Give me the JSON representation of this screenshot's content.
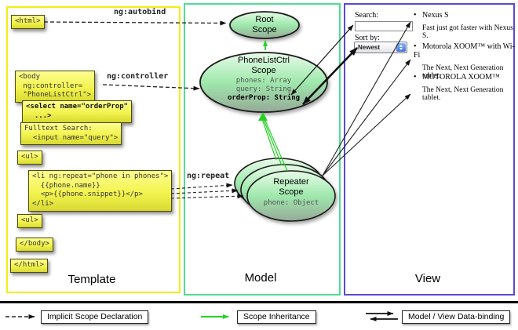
{
  "panels": {
    "template": "Template",
    "model": "Model",
    "view": "View"
  },
  "arrow_labels": {
    "autobind": "ng:autobind",
    "controller": "ng:controller",
    "repeat": "ng:repeat"
  },
  "template_code": {
    "html_open": "<html>",
    "body_open": "<body\n ng:controller=\n \"PhoneListCtrl\">",
    "select": "<select name=\"orderProp\"\n  ...>",
    "fulltext": "Fulltext Search:\n  <input name=\"query\">",
    "ul_open": "<ul>",
    "li_repeat": "<li ng:repeat=\"phone in phones\">\n  {{phone.name}}\n  <p>{{phone.snippet}}</p>\n</li>",
    "ul_close": "<ul>",
    "body_close": "</body>",
    "html_close": "</html>"
  },
  "scopes": {
    "root": {
      "name": "Root\nScope"
    },
    "phonelist": {
      "name": "PhoneListCtrl\nScope",
      "prop1": "phones: Array",
      "prop2": "query: String",
      "prop3": "orderProp: String"
    },
    "repeater": {
      "name": "Repeater\nScope",
      "prop": "phone: Object"
    }
  },
  "view": {
    "search_label": "Search:",
    "sort_label": "Sort by:",
    "sort_value": "Newest",
    "bullet_char": "•",
    "items": [
      {
        "title": "Nexus S",
        "desc": "Fast just got faster with Nexus S."
      },
      {
        "title": "Motorola XOOM™ with Wi-Fi",
        "desc": "The Next, Next Generation tablet."
      },
      {
        "title": "MOTOROLA XOOM™",
        "desc": "The Next, Next Generation tablet."
      }
    ]
  },
  "legend": {
    "implicit": "Implicit Scope Declaration",
    "inheritance": "Scope Inheritance",
    "binding": "Model / View Data-binding"
  },
  "colors": {
    "template_border": "#f2ee12",
    "model_border": "#4fdd92",
    "view_border": "#5a49d8",
    "inheritance_green": "#28d228"
  }
}
